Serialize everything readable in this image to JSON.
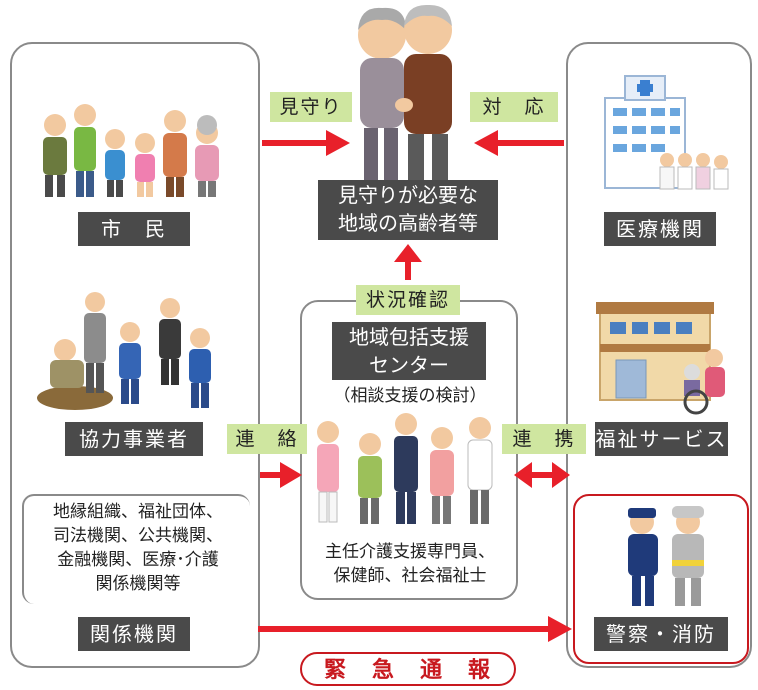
{
  "left_panel": {
    "citizens_label": "市　民",
    "partners_label": "協力事業者",
    "orgs_text_line1": "地縁組織、福祉団体、",
    "orgs_text_line2": "司法機関、公共機関、",
    "orgs_text_line3": "金融機関、医療･介護",
    "orgs_text_line4": "関係機関等",
    "related_label": "関係機関"
  },
  "center": {
    "watch_label": "見守り",
    "respond_label": "対　応",
    "elderly_line1": "見守りが必要な",
    "elderly_line2": "地域の高齢者等",
    "status_check_label": "状況確認",
    "center_title_line1": "地域包括支援",
    "center_title_line2": "センター",
    "consult_text": "（相談支援の検討）",
    "staff_line1": "主任介護支援専門員、",
    "staff_line2": "保健師、社会福祉士",
    "contact_label": "連　絡",
    "cooperate_label": "連　携",
    "emergency_label": "緊　急　通　報"
  },
  "right_panel": {
    "medical_label": "医療機関",
    "welfare_label": "福祉サービス",
    "police_fire_label": "警察・消防"
  },
  "colors": {
    "arrow_red": "#e8202a",
    "label_dark": "#4a4a4a",
    "label_green": "#cfe6a0",
    "panel_border": "#8a8a8a",
    "emergency_red": "#c8191f"
  }
}
